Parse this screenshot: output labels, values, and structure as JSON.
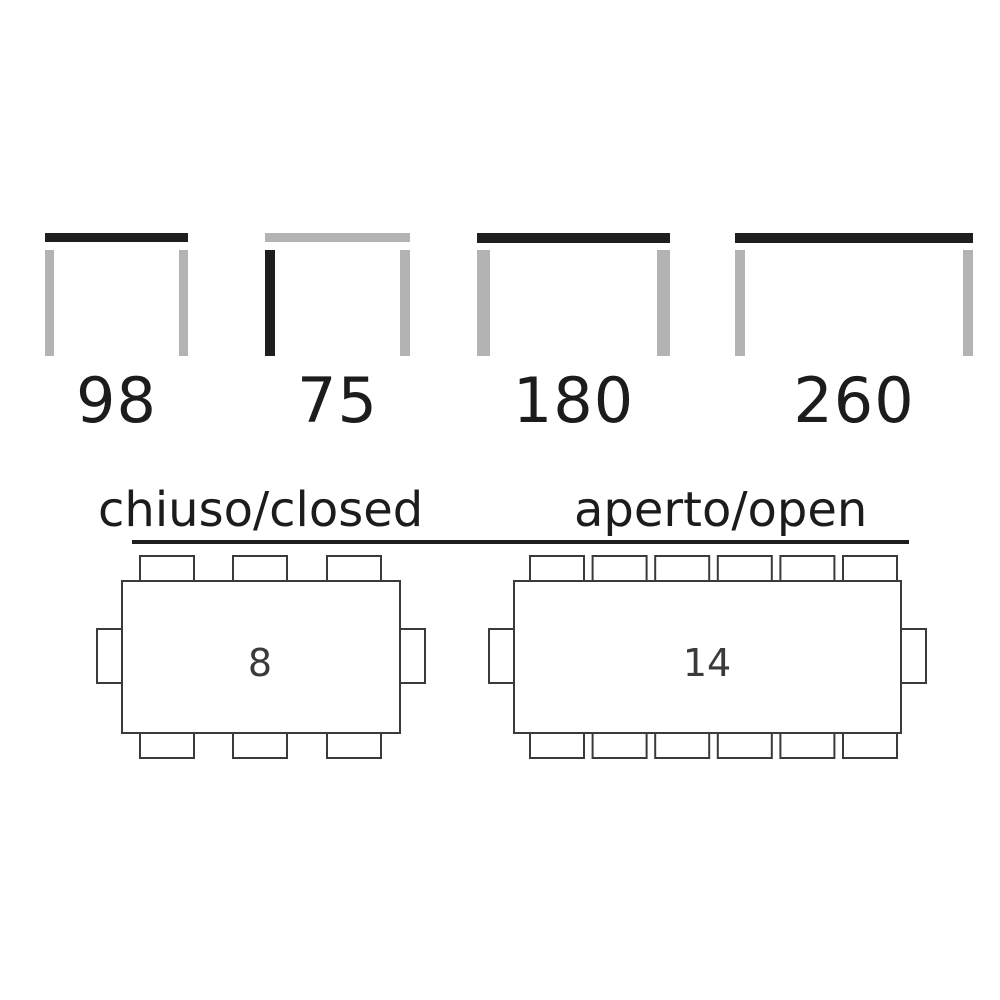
{
  "colors": {
    "dark": "#1e1e1e",
    "light": "#b3b3b3",
    "outline": "#3a3a3a",
    "text": "#1c1c1c"
  },
  "dimensions": [
    {
      "id": "depth",
      "value": "98"
    },
    {
      "id": "height",
      "value": "75"
    },
    {
      "id": "length-closed",
      "value": "180"
    },
    {
      "id": "length-open",
      "value": "260"
    }
  ],
  "captions": {
    "closed": "chiuso/closed",
    "open": "aperto/open"
  },
  "layouts": {
    "closed": {
      "seats": "8",
      "chairs_per_long_side": 3,
      "chairs_per_short_side": 1
    },
    "open": {
      "seats": "14",
      "chairs_per_long_side": 6,
      "chairs_per_short_side": 1
    }
  }
}
